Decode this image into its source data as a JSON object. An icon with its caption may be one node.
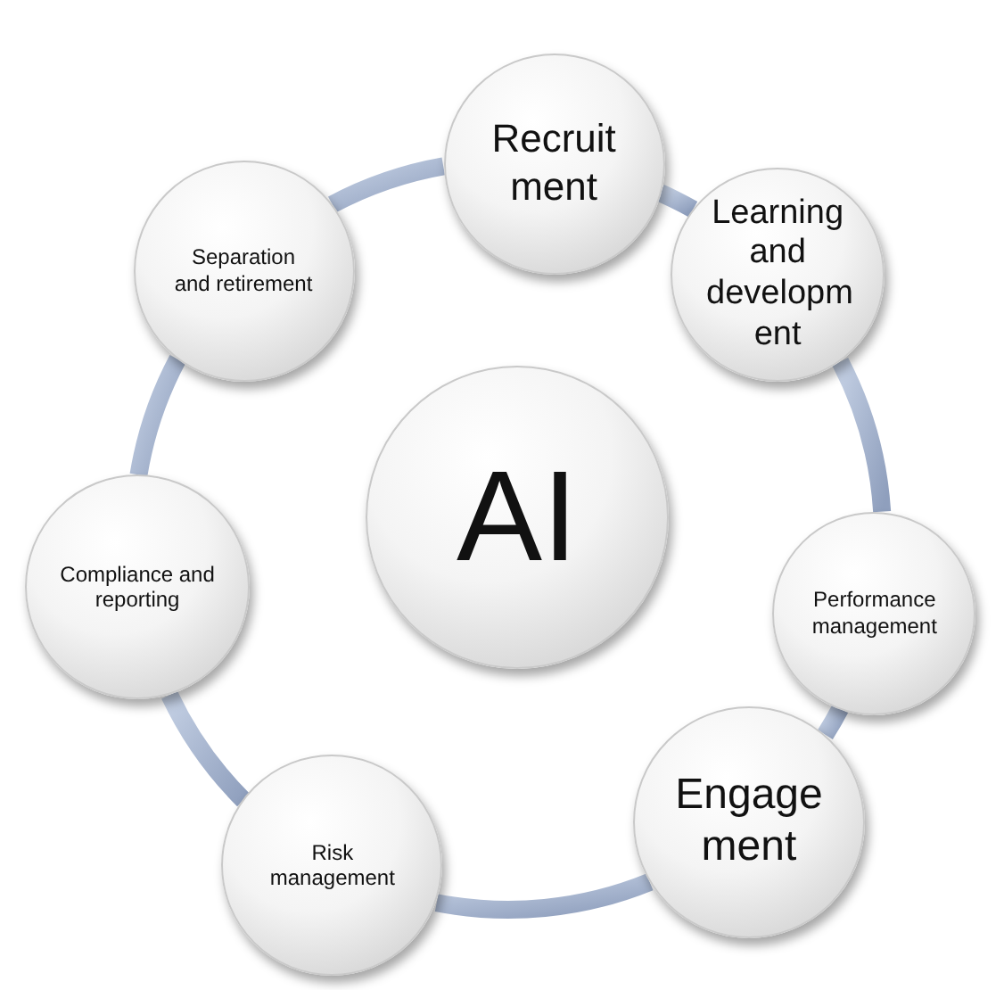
{
  "diagram": {
    "nodes": [
      {
        "text": [
          "Recruit ment"
        ]
      },
      {
        "text": [
          "Learning and developm ent"
        ]
      },
      {
        "text": [
          "Performance management"
        ]
      },
      {
        "text": [
          "Engage ment"
        ]
      },
      {
        "text": [
          "Risk management"
        ]
      },
      {
        "text": [
          "Compliance and reporting"
        ]
      },
      {
        "text": [
          "Separation and retirement"
        ]
      },
      {
        "text": [
          "AI"
        ]
      }
    ],
    "edges": [
      {
        "from": 0,
        "to": 1,
        "arrow": "none"
      },
      {
        "from": 1,
        "to": 2,
        "arrow": "none"
      },
      {
        "from": 2,
        "to": 3,
        "arrow": "none"
      },
      {
        "from": 3,
        "to": 4,
        "arrow": "none"
      },
      {
        "from": 4,
        "to": 5,
        "arrow": "none"
      },
      {
        "from": 5,
        "to": 6,
        "arrow": "none"
      },
      {
        "from": 6,
        "to": 0,
        "arrow": "none"
      }
    ]
  }
}
